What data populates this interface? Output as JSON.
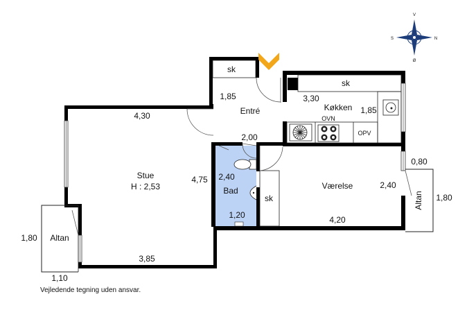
{
  "rooms": {
    "entre": "Entré",
    "kokken": "Køkken",
    "stue": "Stue",
    "stue_height": "H : 2,53",
    "bad": "Bad",
    "vaerelse": "Værelse",
    "altan_left": "Altan",
    "altan_right": "Altan"
  },
  "fixtures": {
    "sk_entry": "sk",
    "sk_kitchen": "sk",
    "sk_room": "sk",
    "ovn": "OVN",
    "opv": "OPV"
  },
  "dimensions": {
    "d_1_85_entry": "1,85",
    "d_3_30": "3,30",
    "d_1_85_kitchen": "1,85",
    "d_4_30": "4,30",
    "d_2_00": "2,00",
    "d_2_40_bad": "2,40",
    "d_4_75": "4,75",
    "d_1_20": "1,20",
    "d_2_40_room": "2,40",
    "d_0_80": "0,80",
    "d_1_80_right": "1,80",
    "d_4_20": "4,20",
    "d_1_80_left": "1,80",
    "d_3_85": "3,85",
    "d_1_10": "1,10"
  },
  "compass": {
    "n": "N",
    "s": "S",
    "v": "V",
    "o": "Ø"
  },
  "disclaimer": "Vejledende tegning uden ansvar.",
  "colors": {
    "wall": "#000000",
    "bathroom": "#bcd3f5",
    "entrance_arrow": "#f2a71b"
  }
}
